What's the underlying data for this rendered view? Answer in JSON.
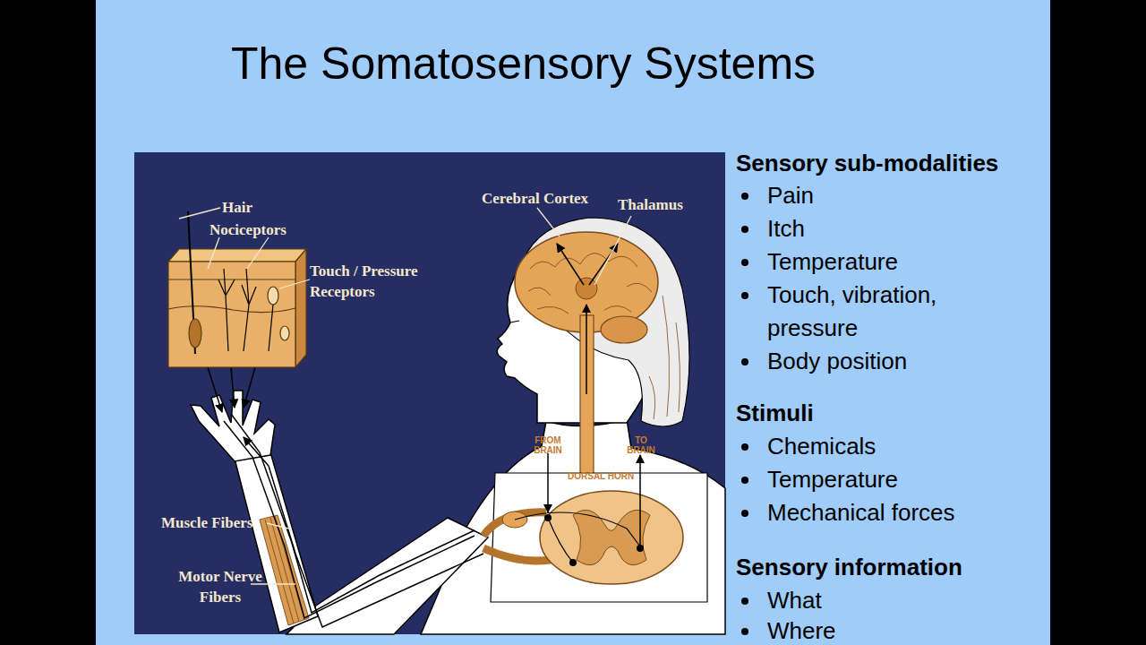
{
  "diagram": {
    "title": "The Somatosensory Systems",
    "labels": [
      "Hair",
      "Nociceptors",
      "Touch / Pressure Receptors",
      "Cerebral Cortex",
      "Thalamus",
      "FROM BRAIN",
      "DORSAL HORN",
      "TO BRAIN",
      "Muscle Fibers",
      "Motor Nerve Fibers",
      "Sensory sub-modalities",
      "Pain",
      "Itch",
      "Temperature",
      "Touch, vibration, pressure",
      "Body position",
      "Stimuli",
      "Chemicals",
      "Temperature",
      "Mechanical forces",
      "Sensory information",
      "What",
      "Where"
    ]
  }
}
